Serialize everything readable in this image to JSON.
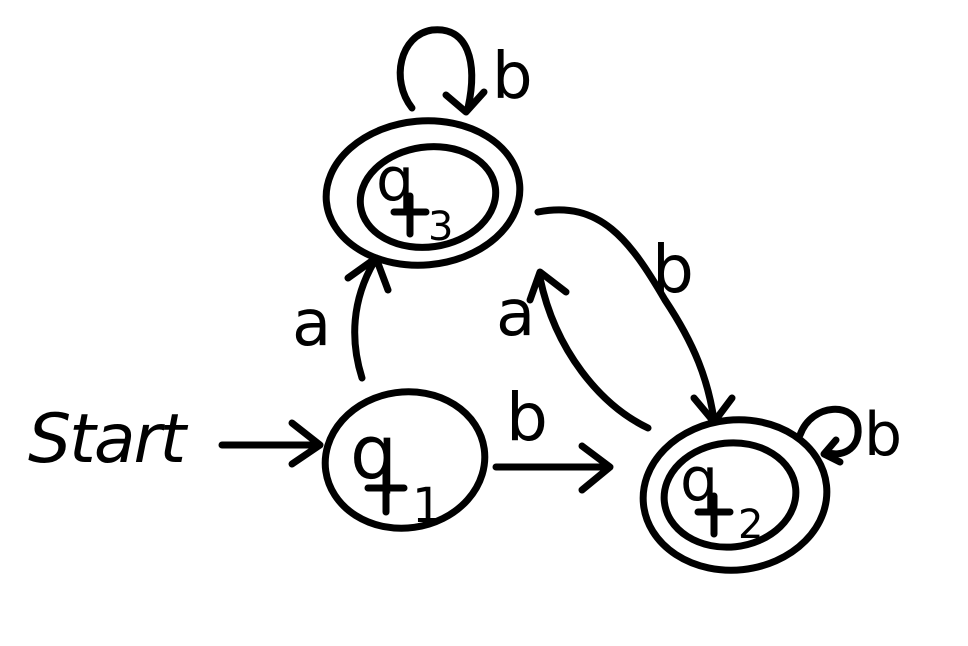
{
  "start_label": "Start",
  "states": [
    {
      "id": "q1",
      "letter": "q",
      "subscript": "1",
      "accepting": false
    },
    {
      "id": "q3",
      "letter": "q",
      "subscript": "3",
      "accepting": true
    },
    {
      "id": "q2",
      "letter": "q",
      "subscript": "2",
      "accepting": true
    }
  ],
  "transitions": [
    {
      "from": "q3",
      "to": "q3",
      "symbol": "b"
    },
    {
      "from": "q1",
      "to": "q3",
      "symbol": "a"
    },
    {
      "from": "q3",
      "to": "q2",
      "symbol": "b"
    },
    {
      "from": "q2",
      "to": "q3",
      "symbol": "a"
    },
    {
      "from": "q1",
      "to": "q2",
      "symbol": "b"
    },
    {
      "from": "q2",
      "to": "q2",
      "symbol": "b"
    }
  ],
  "colors": {
    "ink": "#000000",
    "background": "#ffffff"
  }
}
